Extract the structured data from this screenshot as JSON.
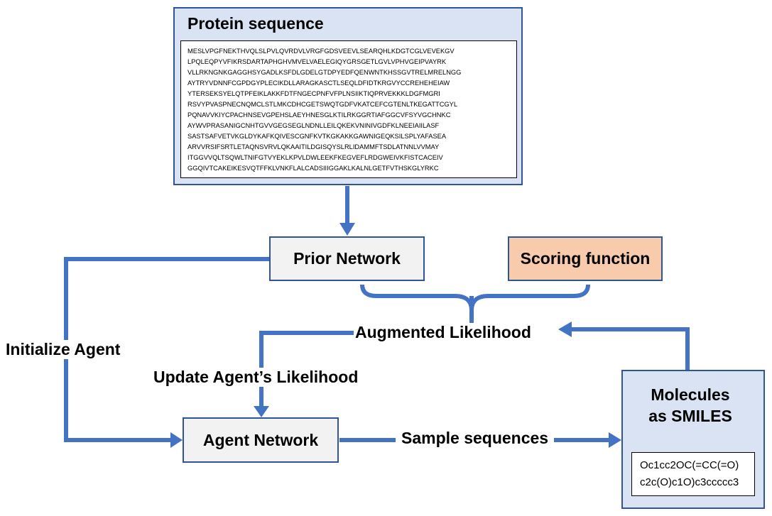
{
  "protein": {
    "title": "Protein sequence",
    "sequence_lines": [
      "MESLVPGFNEKTHVQLSLPVLQVRDVLVRGFGDSVEEVLSEARQHLKDGTCGLVEVEKGV",
      "LPQLEQPYVFIKRSDARTAPHGHVMVELVAELEGIQYGRSGETLGVLVPHVGEIPVAYRK",
      "VLLRKNGNKGAGGHSYGADLKSFDLGDELGTDPYEDFQENWNTKHSSGVTRELMRELNGG",
      "AYTRYVDNNFCGPDGYPLECIKDLLARAGKASCTLSEQLDFIDTKRGVYCCREHEHEIAW",
      "YTERSEKSYELQTPFEIKLAKKFDTFNGECPNFVFPLNSIIKTIQPRVEKKKLDGFMGRI",
      "RSVYPVASPNECNQMCLSTLMKCDHCGETSWQTGDFVKATCEFCGTENLTKEGATTCGYL",
      "PQNAVVKIYCPACHNSEVGPEHSLAEYHNESGLKTILRKGGRTIAFGGCVFSYVGCHNKC",
      "AYWVPRASANIGCNHTGVVGEGSEGLNDNLLEILQKEKVNINIVGDFKLNEEIAIILASF",
      "SASTSAFVETVKGLDYKAFKQIVESCGNFKVTKGKAKKGAWNIGEQKSILSPLYAFASEA",
      "ARVVRSIFSRTLETAQNSVRVLQKAAITILDGISQYSLRLIDAMMFTSDLATNNLVVMAY",
      "ITGGVVQLTSQWLTNIFGTVYEKLKPVLDWLEEKFKEGVEFLRDGWEIVKFISTCACEIV",
      "GGQIVTCAKEIKESVQTFFKLVNKFLALCADSIIIGGAKLKALNLGETFVTHSKGLYRKC"
    ]
  },
  "nodes": {
    "prior": "Prior Network",
    "scoring": "Scoring function",
    "agent": "Agent Network",
    "molecules": [
      "Molecules",
      "as SMILES"
    ]
  },
  "smiles": [
    "Oc1cc2OC(=CC(=O)",
    "c2c(O)c1O)c3ccccc3"
  ],
  "labels": {
    "augmented": "Augmented Likelihood",
    "initialize": "Initialize Agent",
    "update": "Update Agent’s Likelihood",
    "sample": "Sample sequences"
  },
  "colors": {
    "arrow": "#4472c4",
    "box_border": "#2f5597",
    "protein_fill": "#dae3f3",
    "scoring_fill": "#f8cbad",
    "network_fill": "#f2f2f2"
  }
}
